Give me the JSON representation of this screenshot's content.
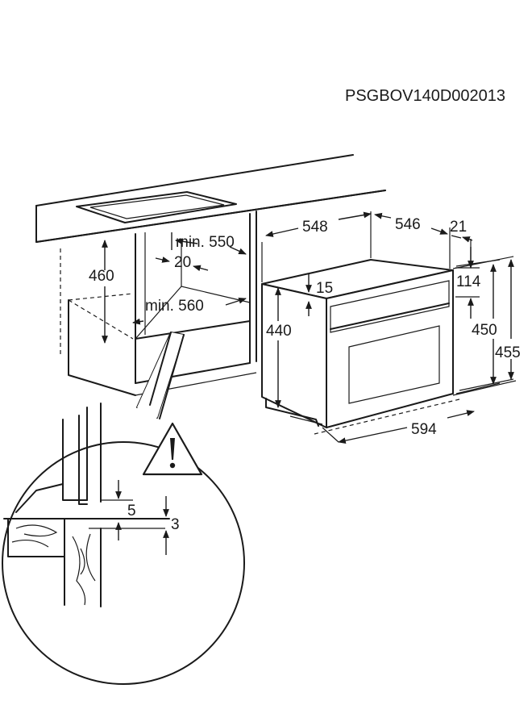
{
  "title": "PSGBOV140D002013",
  "dimensions": {
    "d548": "548",
    "d546": "546",
    "d21": "21",
    "d114": "114",
    "d450": "450",
    "d455": "455",
    "d15": "15",
    "d440": "440",
    "d594": "594",
    "d460": "460",
    "min550": "min. 550",
    "d20": "20",
    "min560": "min. 560",
    "d5": "5",
    "d3": "3"
  },
  "warning_icon": "exclamation-triangle-icon"
}
